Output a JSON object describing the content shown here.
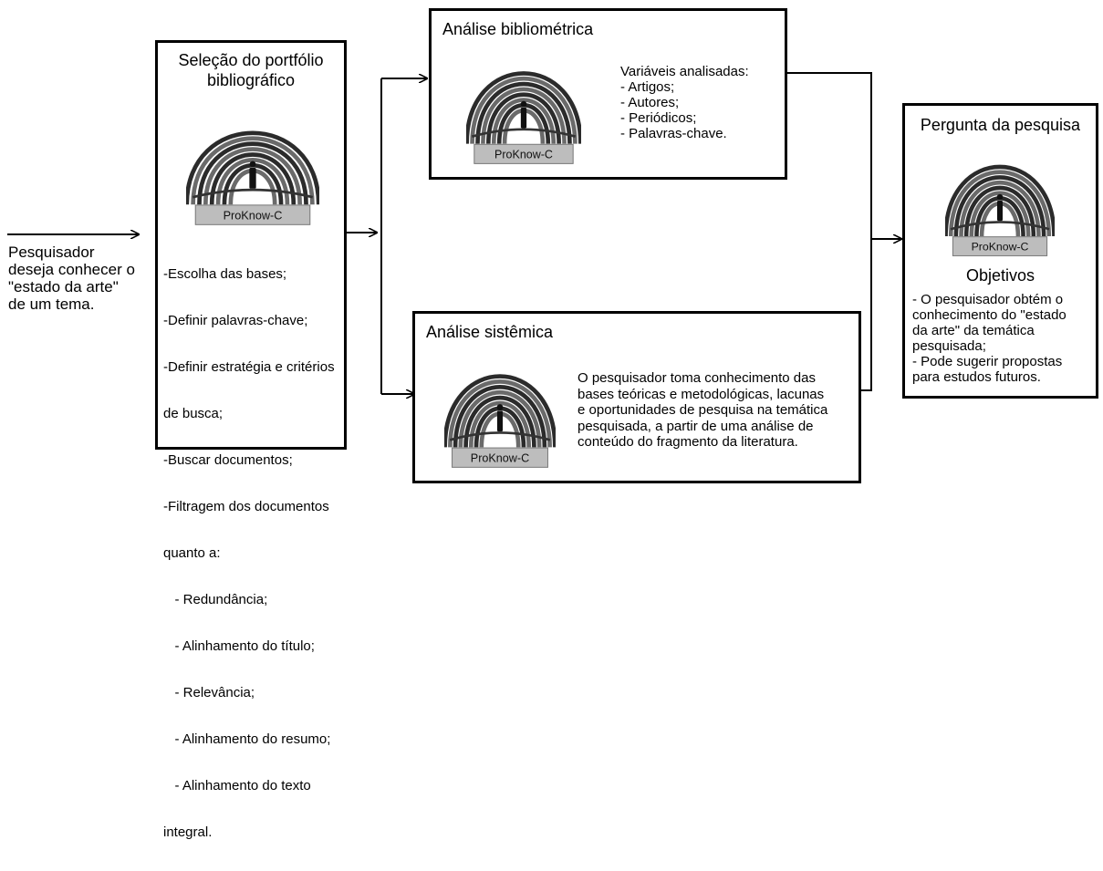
{
  "start": {
    "lines": [
      "Pesquisador",
      "deseja conhecer o",
      "\"estado da arte\"",
      "de um tema."
    ]
  },
  "logo": {
    "label": "ProKnow-C"
  },
  "selecao": {
    "title_lines": [
      "Seleção do portfólio",
      "bibliográfico"
    ],
    "items": [
      "-Escolha das bases;",
      "-Definir palavras-chave;",
      "-Definir estratégia e critérios",
      "de busca;",
      "-Buscar documentos;",
      "-Filtragem dos documentos",
      "quanto a:",
      "   - Redundância;",
      "   - Alinhamento do título;",
      "   - Relevância;",
      "   - Alinhamento do resumo;",
      "   - Alinhamento do texto",
      "integral."
    ]
  },
  "bibliometrica": {
    "title": "Análise bibliométrica",
    "lines": [
      "Variáveis analisadas:",
      "- Artigos;",
      "- Autores;",
      "- Periódicos;",
      "- Palavras-chave."
    ]
  },
  "sistemica": {
    "title": "Análise sistêmica",
    "lines": [
      "O pesquisador toma conhecimento das",
      "bases teóricas e metodológicas, lacunas",
      "e oportunidades de pesquisa na temática",
      "pesquisada, a partir de uma análise de",
      "conteúdo do fragmento da literatura."
    ]
  },
  "pergunta": {
    "title": "Pergunta da pesquisa",
    "subtitle": "Objetivos",
    "lines": [
      "- O pesquisador obtém o",
      "conhecimento do \"estado",
      "da arte\" da temática",
      "pesquisada;",
      "- Pode sugerir propostas",
      "para estudos futuros."
    ]
  }
}
